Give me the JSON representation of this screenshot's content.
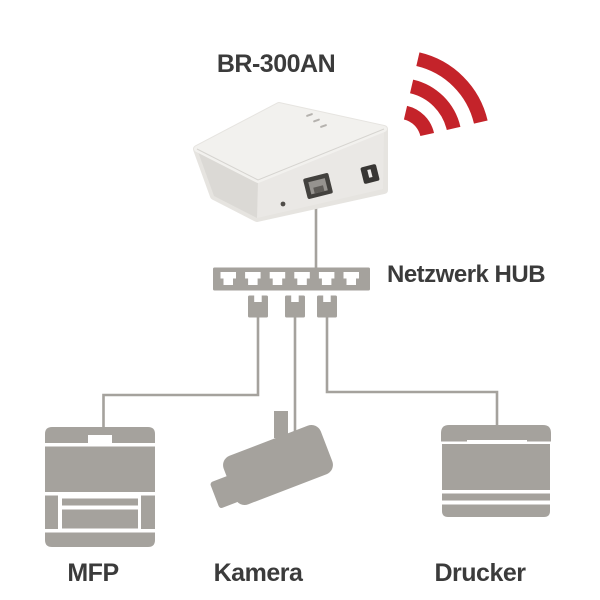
{
  "diagram": {
    "device_label": "BR-300AN",
    "hub_label": "Netzwerk HUB",
    "connected_devices": [
      {
        "label": "MFP",
        "icon": "mfp-copier-icon"
      },
      {
        "label": "Kamera",
        "icon": "security-camera-icon"
      },
      {
        "label": "Drucker",
        "icon": "printer-icon"
      }
    ],
    "icons": {
      "wifi": "wifi-signal-icon",
      "print_server": "print-server-device-photo",
      "hub": "network-hub-icon",
      "plug": "ethernet-plug-icon"
    },
    "colors": {
      "wifi_red": "#c4232a",
      "icon_gray": "#a5a29d",
      "label_text": "#3b3b3b",
      "background": "#ffffff"
    }
  }
}
